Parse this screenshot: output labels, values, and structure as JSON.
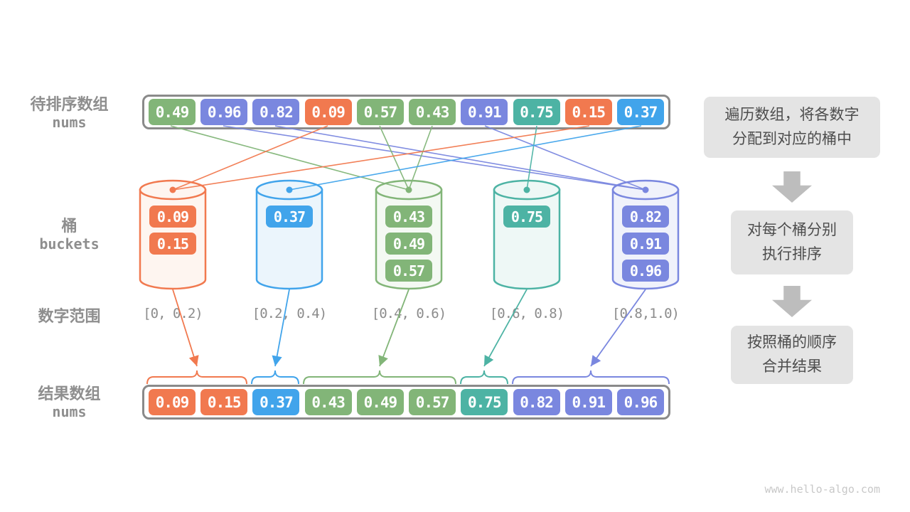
{
  "palette": {
    "green": "#82B578",
    "indigo": "#7A87DF",
    "orange": "#F1794F",
    "teal": "#4DB3A4",
    "blue": "#41A4EB",
    "tints": {
      "green": "#F4F9F3",
      "indigo": "#F0F2FB",
      "orange": "#FEF5F0",
      "teal": "#EEF8F6",
      "blue": "#EBF5FC"
    },
    "container_border": "#8A8A8A",
    "label_gray": "#8E8E8E",
    "range_gray": "#8C8C8C",
    "step_box_bg": "#E4E4E4",
    "step_text": "#4D4D4D",
    "flow_arrow_gray": "#BDBDBD",
    "watermark_gray": "#C8C8C8"
  },
  "labels": {
    "input_cn": "待排序数组",
    "input_en": "nums",
    "buckets_cn": "桶",
    "buckets_en": "buckets",
    "range_cn": "数字范围",
    "result_cn": "结果数组",
    "result_en": "nums"
  },
  "input_array": {
    "values": [
      "0.49",
      "0.96",
      "0.82",
      "0.09",
      "0.57",
      "0.43",
      "0.91",
      "0.75",
      "0.15",
      "0.37"
    ],
    "colors": [
      "green",
      "indigo",
      "indigo",
      "orange",
      "green",
      "green",
      "indigo",
      "teal",
      "orange",
      "blue"
    ],
    "bucket_of": [
      2,
      4,
      4,
      0,
      2,
      2,
      4,
      3,
      0,
      1
    ]
  },
  "buckets": [
    {
      "color": "orange",
      "range": "[0, 0.2)",
      "items": [
        "0.09",
        "0.15"
      ]
    },
    {
      "color": "blue",
      "range": "[0.2, 0.4)",
      "items": [
        "0.37"
      ]
    },
    {
      "color": "green",
      "range": "[0.4, 0.6)",
      "items": [
        "0.43",
        "0.49",
        "0.57"
      ]
    },
    {
      "color": "teal",
      "range": "[0.6, 0.8)",
      "items": [
        "0.75"
      ]
    },
    {
      "color": "indigo",
      "range": "[0.8,1.0)",
      "items": [
        "0.82",
        "0.91",
        "0.96"
      ]
    }
  ],
  "result_array": {
    "values": [
      "0.09",
      "0.15",
      "0.37",
      "0.43",
      "0.49",
      "0.57",
      "0.75",
      "0.82",
      "0.91",
      "0.96"
    ],
    "colors": [
      "orange",
      "orange",
      "blue",
      "green",
      "green",
      "green",
      "teal",
      "indigo",
      "indigo",
      "indigo"
    ]
  },
  "steps": [
    {
      "lines": [
        "遍历数组，将各数字",
        "分配到对应的桶中"
      ]
    },
    {
      "lines": [
        "对每个桶分别",
        "执行排序"
      ]
    },
    {
      "lines": [
        "按照桶的顺序",
        "合并结果"
      ]
    }
  ],
  "watermark": "www.hello-algo.com"
}
